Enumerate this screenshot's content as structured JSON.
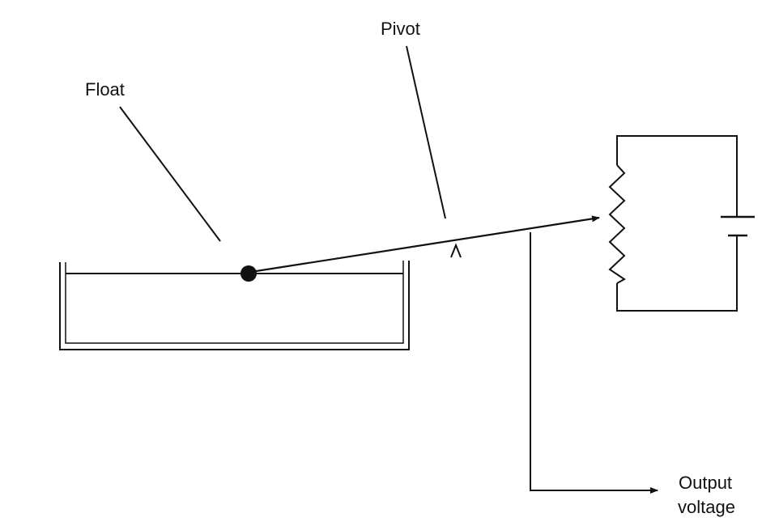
{
  "labels": {
    "float": "Float",
    "pivot": "Pivot",
    "output_line1": "Output",
    "output_line2": "voltage"
  },
  "colors": {
    "ink": "#111111",
    "background": "#ffffff"
  }
}
